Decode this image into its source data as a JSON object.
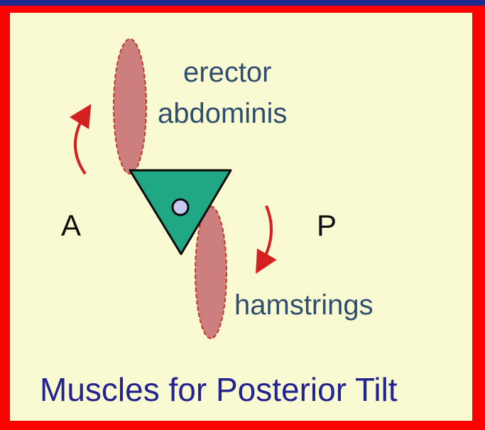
{
  "labels": {
    "erector_line1": "erector",
    "erector_line2": "abdominis",
    "hamstrings": "hamstrings",
    "anterior": "A",
    "posterior": "P",
    "title": "Muscles for Posterior Tilt"
  },
  "colors": {
    "border": "#ff0000",
    "top_strip": "#1c2a8c",
    "background": "#fafad2",
    "muscle_fill": "#cd7f80",
    "muscle_outline": "#c0392b",
    "pelvis_fill": "#20a884",
    "pelvis_outline": "#0a0a0a",
    "joint_fill": "#c8c8f0",
    "arrow": "#d42020",
    "muscle_text": "#2f4e6e",
    "title_text": "#23238f"
  },
  "icons": {
    "pelvis": "triangle",
    "joint": "circle",
    "rotation_arrows": "curved-arrow"
  }
}
